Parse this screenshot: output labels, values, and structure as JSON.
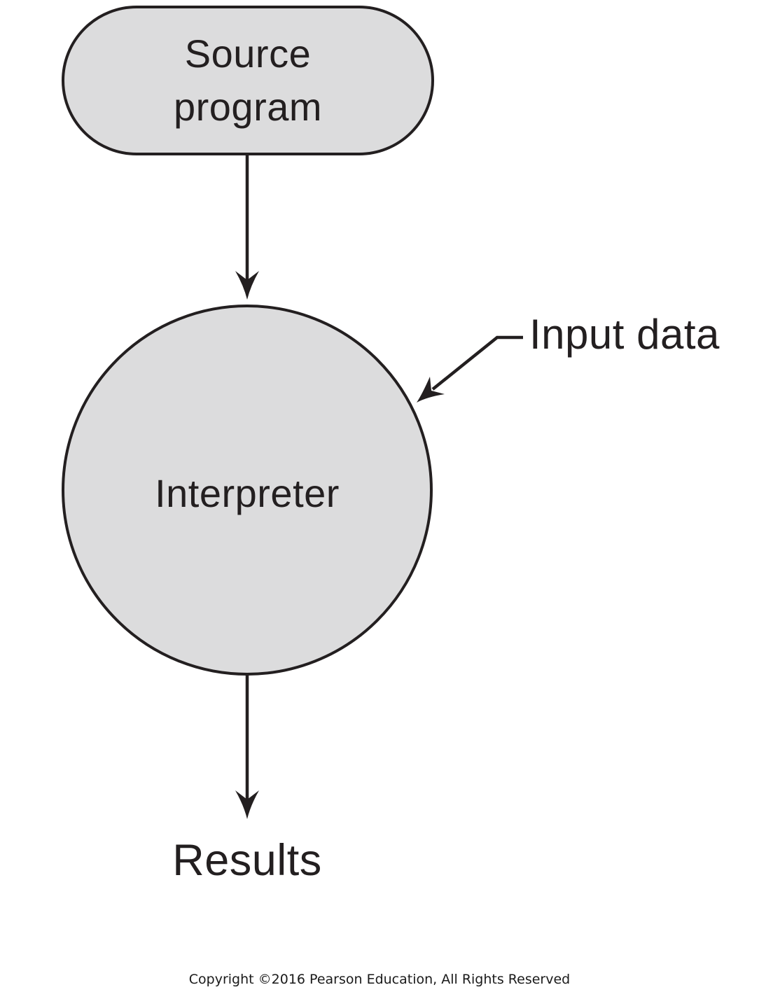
{
  "diagram": {
    "nodes": {
      "source_program": {
        "label": "Source\nprogram",
        "shape": "stadium"
      },
      "interpreter": {
        "label": "Interpreter",
        "shape": "circle"
      }
    },
    "labels": {
      "input_data": "Input data",
      "results": "Results"
    },
    "footer": {
      "copyright": "Copyright ©2016 Pearson Education, All Rights Reserved"
    },
    "colors": {
      "node_fill": "#dcdcdd",
      "stroke": "#231f20",
      "text": "#231f20",
      "background": "#ffffff"
    }
  }
}
